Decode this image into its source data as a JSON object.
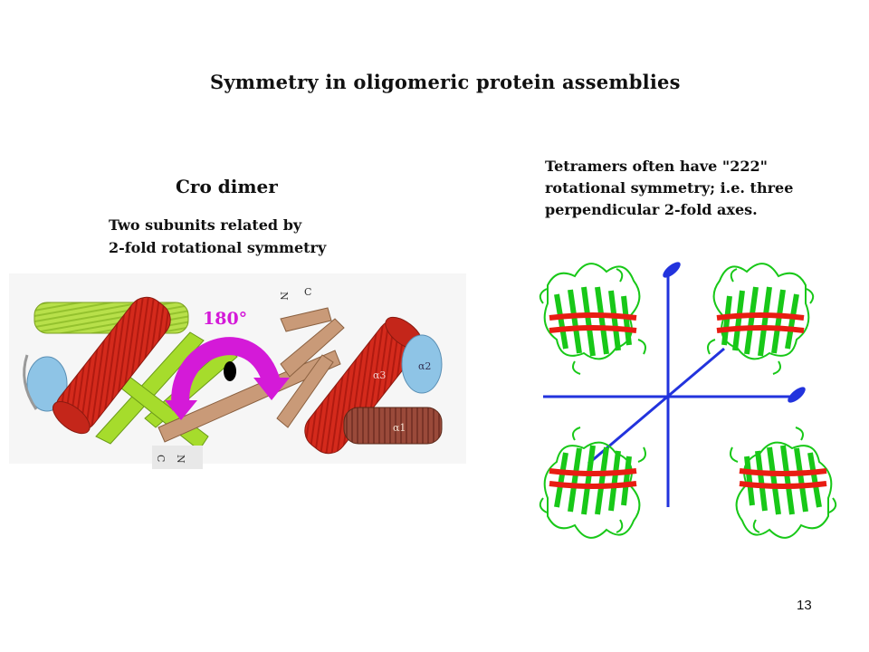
{
  "slide": {
    "title": "Symmetry in oligomeric protein assemblies",
    "page_number": "13"
  },
  "cro": {
    "heading": "Cro dimer",
    "description": [
      "Two subunits related by",
      "2-fold rotational symmetry"
    ],
    "rotation_label": "180°",
    "terminus_labels": {
      "n": "N",
      "c": "C"
    },
    "helix_labels": [
      "α3",
      "α2",
      "α1"
    ]
  },
  "tetramer": {
    "description": [
      "Tetramers often have \"222\"",
      "rotational symmetry; i.e. three",
      "perpendicular 2-fold axes."
    ]
  },
  "colors": {
    "helix_red": "#d42a1c",
    "strand_green": "#a6dc2c",
    "strand_tan": "#c99a78",
    "helix_blue": "#8ec4e6",
    "arrow_magenta": "#d41ad8",
    "axis_blue": "#2233dd",
    "ribbon_green": "#18c818",
    "sheet_red": "#e81c12"
  }
}
